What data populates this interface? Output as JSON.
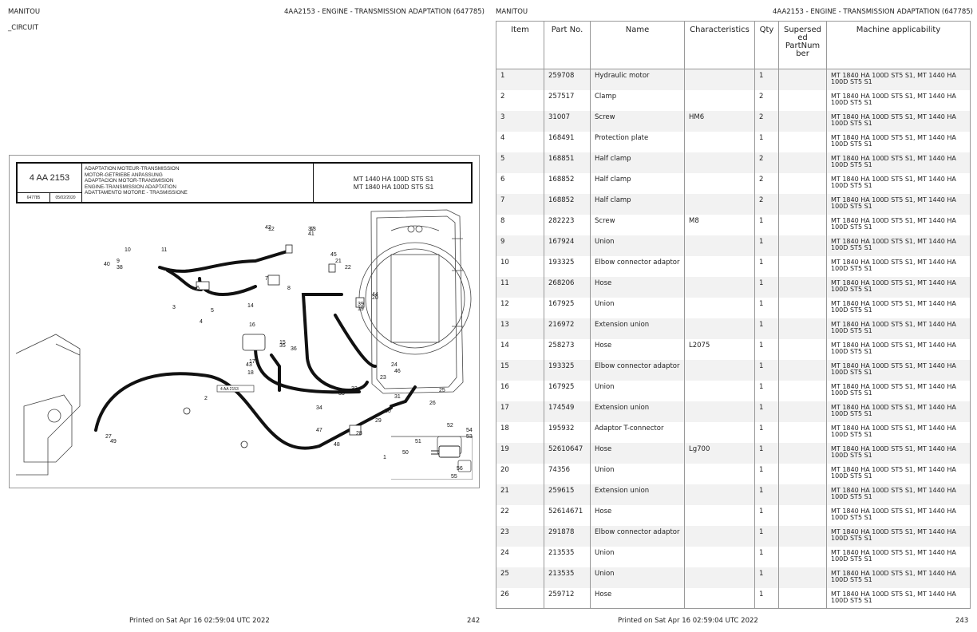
{
  "left_page": {
    "brand": "MANITOU",
    "title": "4AA2153 - ENGINE - TRANSMISSION ADAPTATION (647785)",
    "section": "_CIRCUIT",
    "printed": "Printed on  Sat Apr 16 02:59:04 UTC 2022",
    "page_number": "242"
  },
  "right_page": {
    "brand": "MANITOU",
    "title": "4AA2153 - ENGINE - TRANSMISSION ADAPTATION (647785)",
    "printed": "Printed on  Sat Apr 16 02:59:04 UTC 2022",
    "page_number": "243"
  },
  "drawing": {
    "code": "4 AA 2153",
    "number": "647785",
    "date": "05/02/2020",
    "titles": [
      "ADAPTATION MOTEUR-TRANSMISSION",
      "MOTOR-GETRIEBE ANPASSUNG",
      "ADAPTACION MOTOR-TRANSMISION",
      "ENGINE-TRANSMISSION ADAPTATION",
      "ADATTAMENTO MOTORE - TRASMISSIONE"
    ],
    "models": [
      "MT 1440 HA 100D ST5 S1",
      "MT 1840 HA 100D ST5 S1"
    ],
    "callouts": [
      "1",
      "2",
      "3",
      "4",
      "5",
      "6",
      "7",
      "8",
      "9",
      "10",
      "11",
      "12",
      "13",
      "14",
      "15",
      "16",
      "17",
      "18",
      "19",
      "20",
      "21",
      "22",
      "23",
      "24",
      "25",
      "26",
      "27",
      "28",
      "29",
      "30",
      "31",
      "32",
      "33",
      "34",
      "35",
      "36",
      "37",
      "38",
      "39",
      "40",
      "41",
      "42",
      "43",
      "44",
      "45",
      "46",
      "47",
      "48",
      "49",
      "50",
      "51",
      "52",
      "53",
      "54",
      "55",
      "56"
    ],
    "ref_tag": "4 AA 2153"
  },
  "table": {
    "headers": {
      "item": "Item",
      "part_no": "Part No.",
      "name": "Name",
      "characteristics": "Characteristics",
      "qty": "Qty",
      "superseded": "Supersed ed PartNum ber",
      "applicability": "Machine applicability"
    },
    "rows": [
      {
        "item": "1",
        "part": "259708",
        "name": "Hydraulic motor",
        "char": "",
        "qty": "1",
        "sup": "",
        "app": "MT 1840 HA 100D ST5 S1, MT 1440 HA 100D ST5 S1"
      },
      {
        "item": "2",
        "part": "257517",
        "name": "Clamp",
        "char": "",
        "qty": "2",
        "sup": "",
        "app": "MT 1840 HA 100D ST5 S1, MT 1440 HA 100D ST5 S1"
      },
      {
        "item": "3",
        "part": "31007",
        "name": "Screw",
        "char": "HM6",
        "qty": "2",
        "sup": "",
        "app": "MT 1840 HA 100D ST5 S1, MT 1440 HA 100D ST5 S1"
      },
      {
        "item": "4",
        "part": "168491",
        "name": "Protection plate",
        "char": "",
        "qty": "1",
        "sup": "",
        "app": "MT 1840 HA 100D ST5 S1, MT 1440 HA 100D ST5 S1"
      },
      {
        "item": "5",
        "part": "168851",
        "name": "Half clamp",
        "char": "",
        "qty": "2",
        "sup": "",
        "app": "MT 1840 HA 100D ST5 S1, MT 1440 HA 100D ST5 S1"
      },
      {
        "item": "6",
        "part": "168852",
        "name": "Half clamp",
        "char": "",
        "qty": "2",
        "sup": "",
        "app": "MT 1840 HA 100D ST5 S1, MT 1440 HA 100D ST5 S1"
      },
      {
        "item": "7",
        "part": "168852",
        "name": "Half clamp",
        "char": "",
        "qty": "2",
        "sup": "",
        "app": "MT 1840 HA 100D ST5 S1, MT 1440 HA 100D ST5 S1"
      },
      {
        "item": "8",
        "part": "282223",
        "name": "Screw",
        "char": "M8",
        "qty": "1",
        "sup": "",
        "app": "MT 1840 HA 100D ST5 S1, MT 1440 HA 100D ST5 S1"
      },
      {
        "item": "9",
        "part": "167924",
        "name": "Union",
        "char": "",
        "qty": "1",
        "sup": "",
        "app": "MT 1840 HA 100D ST5 S1, MT 1440 HA 100D ST5 S1"
      },
      {
        "item": "10",
        "part": "193325",
        "name": "Elbow connector adaptor",
        "char": "",
        "qty": "1",
        "sup": "",
        "app": "MT 1840 HA 100D ST5 S1, MT 1440 HA 100D ST5 S1"
      },
      {
        "item": "11",
        "part": "268206",
        "name": "Hose",
        "char": "",
        "qty": "1",
        "sup": "",
        "app": "MT 1840 HA 100D ST5 S1, MT 1440 HA 100D ST5 S1"
      },
      {
        "item": "12",
        "part": "167925",
        "name": "Union",
        "char": "",
        "qty": "1",
        "sup": "",
        "app": "MT 1840 HA 100D ST5 S1, MT 1440 HA 100D ST5 S1"
      },
      {
        "item": "13",
        "part": "216972",
        "name": "Extension union",
        "char": "",
        "qty": "1",
        "sup": "",
        "app": "MT 1840 HA 100D ST5 S1, MT 1440 HA 100D ST5 S1"
      },
      {
        "item": "14",
        "part": "258273",
        "name": "Hose",
        "char": "L2075",
        "qty": "1",
        "sup": "",
        "app": "MT 1840 HA 100D ST5 S1, MT 1440 HA 100D ST5 S1"
      },
      {
        "item": "15",
        "part": "193325",
        "name": "Elbow connector adaptor",
        "char": "",
        "qty": "1",
        "sup": "",
        "app": "MT 1840 HA 100D ST5 S1, MT 1440 HA 100D ST5 S1"
      },
      {
        "item": "16",
        "part": "167925",
        "name": "Union",
        "char": "",
        "qty": "1",
        "sup": "",
        "app": "MT 1840 HA 100D ST5 S1, MT 1440 HA 100D ST5 S1"
      },
      {
        "item": "17",
        "part": "174549",
        "name": "Extension union",
        "char": "",
        "qty": "1",
        "sup": "",
        "app": "MT 1840 HA 100D ST5 S1, MT 1440 HA 100D ST5 S1"
      },
      {
        "item": "18",
        "part": "195932",
        "name": "Adaptor T-connector",
        "char": "",
        "qty": "1",
        "sup": "",
        "app": "MT 1840 HA 100D ST5 S1, MT 1440 HA 100D ST5 S1"
      },
      {
        "item": "19",
        "part": "52610647",
        "name": "Hose",
        "char": "Lg700",
        "qty": "1",
        "sup": "",
        "app": "MT 1840 HA 100D ST5 S1, MT 1440 HA 100D ST5 S1"
      },
      {
        "item": "20",
        "part": "74356",
        "name": "Union",
        "char": "",
        "qty": "1",
        "sup": "",
        "app": "MT 1840 HA 100D ST5 S1, MT 1440 HA 100D ST5 S1"
      },
      {
        "item": "21",
        "part": "259615",
        "name": "Extension union",
        "char": "",
        "qty": "1",
        "sup": "",
        "app": "MT 1840 HA 100D ST5 S1, MT 1440 HA 100D ST5 S1"
      },
      {
        "item": "22",
        "part": "52614671",
        "name": "Hose",
        "char": "",
        "qty": "1",
        "sup": "",
        "app": "MT 1840 HA 100D ST5 S1, MT 1440 HA 100D ST5 S1"
      },
      {
        "item": "23",
        "part": "291878",
        "name": "Elbow connector adaptor",
        "char": "",
        "qty": "1",
        "sup": "",
        "app": "MT 1840 HA 100D ST5 S1, MT 1440 HA 100D ST5 S1"
      },
      {
        "item": "24",
        "part": "213535",
        "name": "Union",
        "char": "",
        "qty": "1",
        "sup": "",
        "app": "MT 1840 HA 100D ST5 S1, MT 1440 HA 100D ST5 S1"
      },
      {
        "item": "25",
        "part": "213535",
        "name": "Union",
        "char": "",
        "qty": "1",
        "sup": "",
        "app": "MT 1840 HA 100D ST5 S1, MT 1440 HA 100D ST5 S1"
      },
      {
        "item": "26",
        "part": "259712",
        "name": "Hose",
        "char": "",
        "qty": "1",
        "sup": "",
        "app": "MT 1840 HA 100D ST5 S1, MT 1440 HA 100D ST5 S1"
      }
    ]
  }
}
